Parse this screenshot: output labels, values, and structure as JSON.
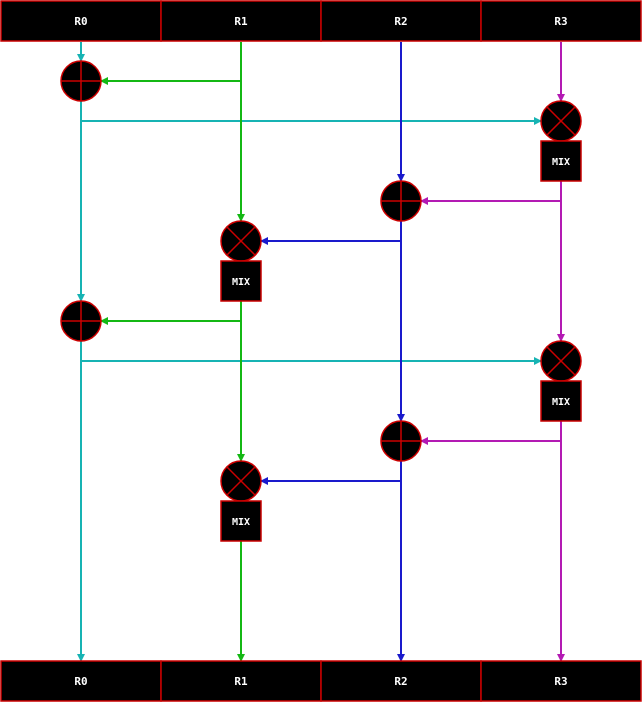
{
  "registers_top": [
    "R0",
    "R1",
    "R2",
    "R3"
  ],
  "registers_bottom": [
    "R0",
    "R1",
    "R2",
    "R3"
  ],
  "mix_label": "MIX",
  "colors": {
    "R0": "#17b3b3",
    "R1": "#14b814",
    "R2": "#1a1acc",
    "R3": "#b31ab3",
    "box_fill": "#000000",
    "box_stroke": "#cc0000",
    "background": "#ffffff"
  },
  "operations": [
    {
      "op": "add",
      "target": "R0",
      "source": "R1"
    },
    {
      "op": "multiply",
      "target": "R3",
      "source": "R0"
    },
    {
      "op": "mix",
      "target": "R3"
    },
    {
      "op": "add",
      "target": "R2",
      "source": "R3"
    },
    {
      "op": "multiply",
      "target": "R1",
      "source": "R2"
    },
    {
      "op": "mix",
      "target": "R1"
    },
    {
      "op": "add",
      "target": "R0",
      "source": "R1"
    },
    {
      "op": "multiply",
      "target": "R3",
      "source": "R0"
    },
    {
      "op": "mix",
      "target": "R3"
    },
    {
      "op": "add",
      "target": "R2",
      "source": "R3"
    },
    {
      "op": "multiply",
      "target": "R1",
      "source": "R2"
    },
    {
      "op": "mix",
      "target": "R1"
    }
  ]
}
